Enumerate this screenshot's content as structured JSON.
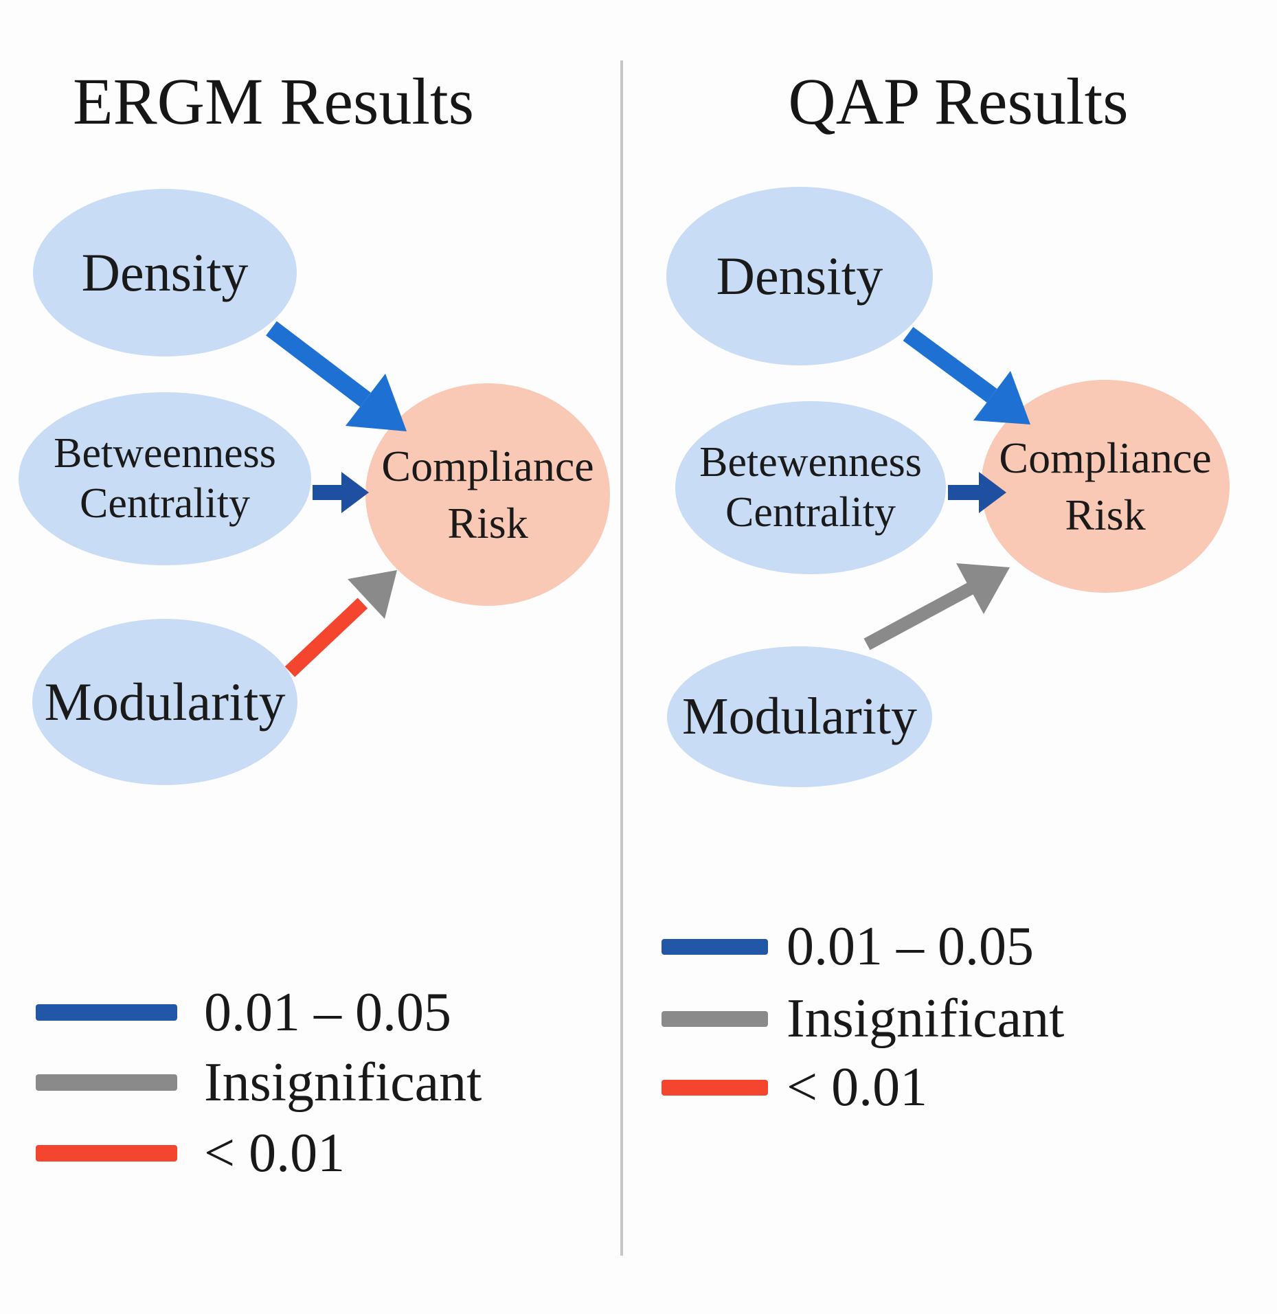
{
  "figure": {
    "background": "#fdfdfe",
    "divider_color": "#c6c6c6"
  },
  "colors": {
    "predictor_node_fill": "#c9dcf5",
    "outcome_node_fill": "#f9c9b5",
    "arrow_blue_bright": "#1e70d2",
    "arrow_blue_dark": "#1f4fa0",
    "legend_blue": "#2257a8",
    "insignificant_gray": "#8a8a8a",
    "significant_red": "#f4452e",
    "text": "#1a1a1a"
  },
  "ergm": {
    "title": "ERGM Results",
    "nodes": {
      "density": "Density",
      "betweenness1": "Betweenness",
      "betweenness2": "Centrality",
      "modularity": "Modularity",
      "outcome1": "Compliance",
      "outcome2": "Risk"
    },
    "arrows": [
      {
        "from": "Density",
        "to": "Compliance Risk",
        "significance": "0.01 – 0.05"
      },
      {
        "from": "Betweenness Centrality",
        "to": "Compliance Risk",
        "significance": "0.01 – 0.05"
      },
      {
        "from": "Modularity",
        "to": "Compliance Risk",
        "significance": "< 0.01"
      }
    ],
    "legend": [
      {
        "label": "0.01 – 0.05",
        "color": "#2257a8"
      },
      {
        "label": "Insignificant",
        "color": "#8a8a8a"
      },
      {
        "label": "< 0.01",
        "color": "#f4452e"
      }
    ]
  },
  "qap": {
    "title": "QAP Results",
    "nodes": {
      "density": "Density",
      "betweenness1": "Betewenness",
      "betweenness2": "Centrality",
      "modularity": "Modularity",
      "outcome1": "Compliance",
      "outcome2": "Risk"
    },
    "arrows": [
      {
        "from": "Density",
        "to": "Compliance Risk",
        "significance": "0.01 – 0.05"
      },
      {
        "from": "Betewenness Centrality",
        "to": "Compliance Risk",
        "significance": "0.01 – 0.05"
      },
      {
        "from": "Modularity",
        "to": "Compliance Risk",
        "significance": "Insignificant"
      }
    ],
    "legend": [
      {
        "label": "0.01 – 0.05",
        "color": "#2257a8"
      },
      {
        "label": "Insignificant",
        "color": "#8a8a8a"
      },
      {
        "label": "< 0.01",
        "color": "#f4452e"
      }
    ]
  }
}
